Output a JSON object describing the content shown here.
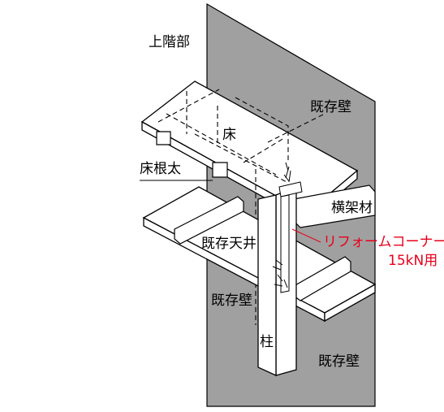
{
  "colors": {
    "wall": "#9a9a9a",
    "wall_light": "#b5b5b5",
    "slab": "#ffffff",
    "stroke": "#000000",
    "highlight": "#e8001c"
  },
  "labels": {
    "upper_floor": "上階部",
    "existing_wall_top": "既存壁",
    "floor": "床",
    "floor_joist": "床根太",
    "beam": "横架材",
    "existing_ceiling": "既存天井",
    "product_name": "リフォームコーナー",
    "product_spec": "15kN用",
    "existing_wall_middle": "既存壁",
    "column": "柱",
    "existing_wall_bottom": "既存壁"
  }
}
